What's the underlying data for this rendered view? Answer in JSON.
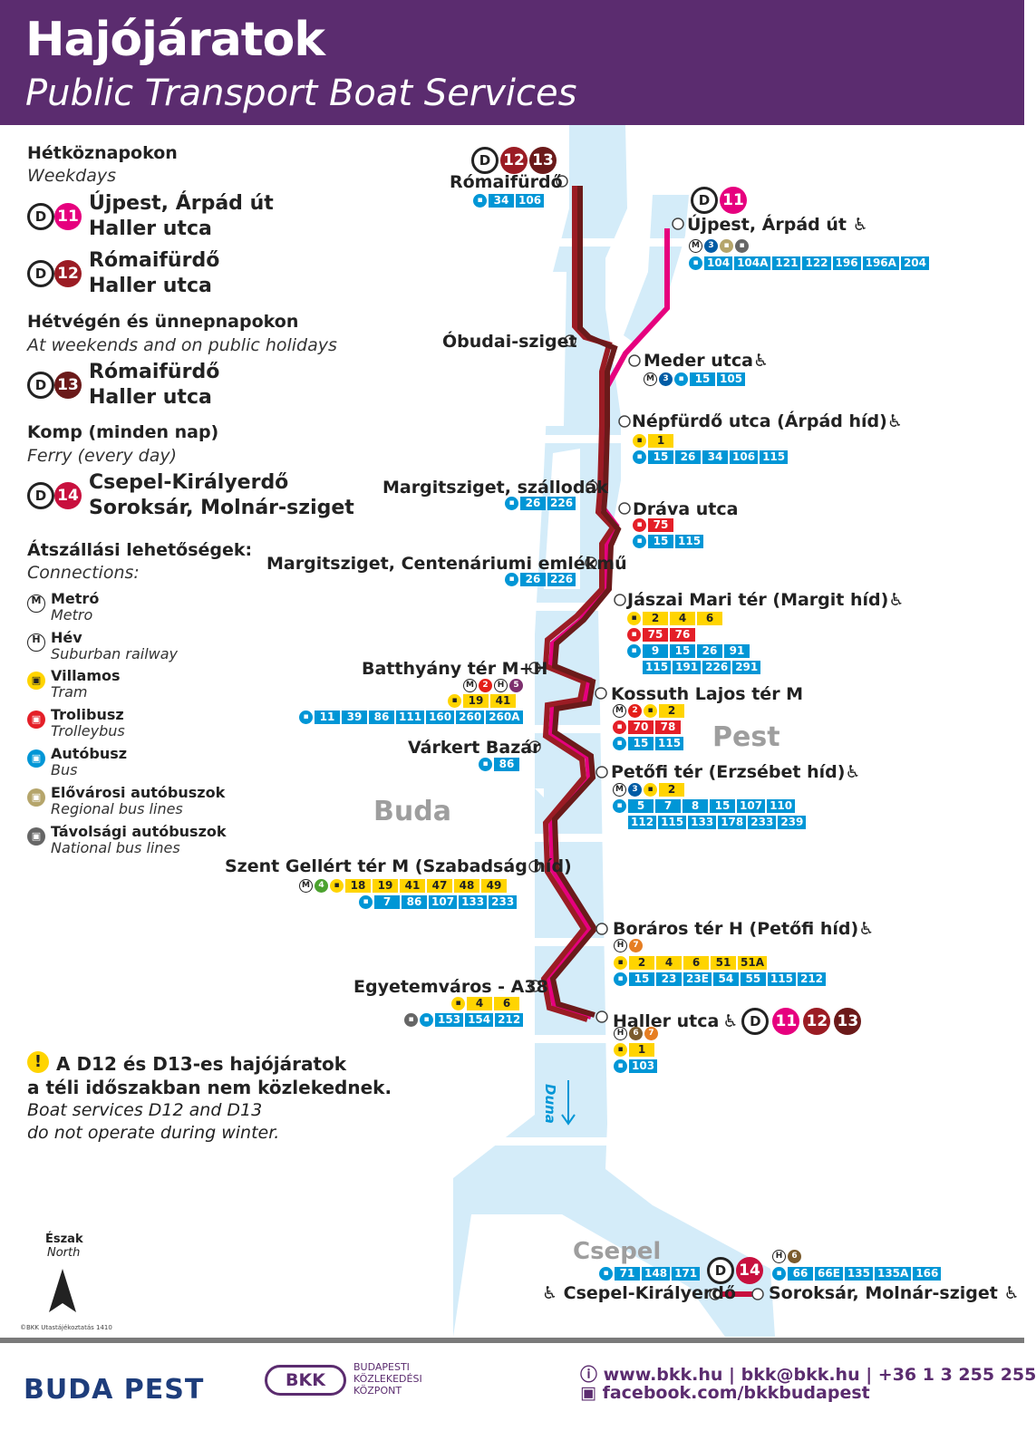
{
  "header": {
    "title": "Hajójáratok",
    "subtitle": "Public Transport Boat Services"
  },
  "legend": {
    "weekdays_hu": "Hétköznapokon",
    "weekdays_en": "Weekdays",
    "weekend_hu": "Hétvégén és ünnepnapokon",
    "weekend_en": "At weekends and on public holidays",
    "ferry_hu": "Komp (minden nap)",
    "ferry_en": "Ferry (every day)",
    "d_letter": "D",
    "lines": [
      {
        "num": "11",
        "color": "#e6007e",
        "from": "Újpest, Árpád út",
        "to": "Haller utca"
      },
      {
        "num": "12",
        "color": "#9b1c24",
        "from": "Rómaifürdő",
        "to": "Haller utca"
      },
      {
        "num": "13",
        "color": "#6b1a1a",
        "from": "Rómaifürdő",
        "to": "Haller utca"
      },
      {
        "num": "14",
        "color": "#c8103e",
        "from": "Csepel-Királyerdő",
        "to": "Soroksár, Molnár-sziget"
      }
    ],
    "connections_hu": "Átszállási lehetőségek:",
    "connections_en": "Connections:",
    "conn": [
      {
        "icon": "metro-icon",
        "a": "Metró",
        "b": "Metro"
      },
      {
        "icon": "suburban-railway-icon",
        "a": "Hév",
        "b": "Suburban railway"
      },
      {
        "icon": "tram-icon",
        "a": "Villamos",
        "b": "Tram"
      },
      {
        "icon": "trolleybus-icon",
        "a": "Trolibusz",
        "b": "Trolleybus"
      },
      {
        "icon": "bus-icon",
        "a": "Autóbusz",
        "b": "Bus"
      },
      {
        "icon": "regional-bus-icon",
        "a": "Elővárosi autóbuszok",
        "b": "Regional bus lines"
      },
      {
        "icon": "national-bus-icon",
        "a": "Távolsági autóbuszok",
        "b": "National bus lines"
      }
    ]
  },
  "notice": {
    "mark": "!",
    "hu1": "A D12 és D13-es hajójáratok",
    "hu2": "a téli időszakban nem közlekednek.",
    "en1": "Boat services D12 and D13",
    "en2": "do not operate during winter."
  },
  "map": {
    "buda": "Buda",
    "pest": "Pest",
    "csepel": "Csepel",
    "duna": "Duna",
    "north_hu": "Észak",
    "north_en": "North",
    "copyright": "©BKK Utastájékoztatás 1410",
    "colors": {
      "river": "#d4ecf9",
      "l11": "#e6007e",
      "l12": "#9b1c24",
      "l13": "#6b1a1a",
      "l14": "#c8103e"
    },
    "stops": [
      {
        "id": "romaifurdo",
        "name": "Rómaifürdő",
        "bus": [
          "34",
          "106"
        ]
      },
      {
        "id": "ujpest",
        "name": "Újpest, Árpád út",
        "bus": [
          "104",
          "104A",
          "121",
          "122",
          "196",
          "196A",
          "204"
        ]
      },
      {
        "id": "obudai",
        "name": "Óbudai-sziget"
      },
      {
        "id": "meder",
        "name": "Meder utca",
        "bus": [
          "15",
          "105"
        ]
      },
      {
        "id": "nepfurdo",
        "name": "Népfürdő utca (Árpád híd)",
        "tram": [
          "1"
        ],
        "bus": [
          "15",
          "26",
          "34",
          "106",
          "115"
        ]
      },
      {
        "id": "szallodak",
        "name": "Margitsziget, szállodák",
        "bus": [
          "26",
          "226"
        ]
      },
      {
        "id": "drava",
        "name": "Dráva utca",
        "troli": [
          "75"
        ],
        "bus": [
          "15",
          "115"
        ]
      },
      {
        "id": "centenarium",
        "name": "Margitsziget, Centenáriumi emlékmű",
        "bus": [
          "26",
          "226"
        ]
      },
      {
        "id": "jaszai",
        "name": "Jászai Mari tér (Margit híd)",
        "tram": [
          "2",
          "4",
          "6"
        ],
        "troli": [
          "75",
          "76"
        ],
        "bus": [
          "9",
          "15",
          "26",
          "91"
        ],
        "bus2": [
          "115",
          "191",
          "226",
          "291"
        ]
      },
      {
        "id": "batthyany",
        "name": "Batthyány tér M+H",
        "tram": [
          "19",
          "41"
        ],
        "bus": [
          "11",
          "39",
          "86",
          "111",
          "160",
          "260",
          "260A"
        ]
      },
      {
        "id": "kossuth",
        "name": "Kossuth Lajos tér M",
        "tram": [
          "2"
        ],
        "troli": [
          "70",
          "78"
        ],
        "bus": [
          "15",
          "115"
        ]
      },
      {
        "id": "varkert",
        "name": "Várkert Bazár",
        "bus": [
          "86"
        ]
      },
      {
        "id": "petofiter",
        "name": "Petőfi tér (Erzsébet híd)",
        "tram": [
          "2"
        ],
        "bus": [
          "5",
          "7",
          "8",
          "15",
          "107",
          "110"
        ],
        "bus2": [
          "112",
          "115",
          "133",
          "178",
          "233",
          "239"
        ]
      },
      {
        "id": "gellert",
        "name": "Szent Gellért tér M (Szabadság híd)",
        "tram": [
          "18",
          "19",
          "41",
          "47",
          "48",
          "49"
        ],
        "bus": [
          "7",
          "86",
          "107",
          "133",
          "233"
        ]
      },
      {
        "id": "boraros",
        "name": "Boráros tér H (Petőfi híd)",
        "tram": [
          "2",
          "4",
          "6",
          "51",
          "51A"
        ],
        "bus": [
          "15",
          "23",
          "23E",
          "54",
          "55",
          "115",
          "212"
        ]
      },
      {
        "id": "egyetemvaros",
        "name": "Egyetemváros - A38",
        "tram": [
          "4",
          "6"
        ],
        "bus": [
          "153",
          "154",
          "212"
        ]
      },
      {
        "id": "haller",
        "name": "Haller utca",
        "tram": [
          "1"
        ],
        "bus": [
          "103"
        ]
      },
      {
        "id": "csepel",
        "name": "Csepel-Királyerdő",
        "bus": [
          "71",
          "148",
          "171"
        ]
      },
      {
        "id": "soroksar",
        "name": "Soroksár, Molnár-sziget",
        "bus": [
          "66",
          "66E",
          "135",
          "135A",
          "166"
        ]
      }
    ],
    "metro": {
      "m": "M",
      "h": "H",
      "m2": "2",
      "m3": "3",
      "m4": "4",
      "h5": "5",
      "h6": "6",
      "h7": "7"
    }
  },
  "footer": {
    "city_logo": "BUDA PEST",
    "bkk_logo": "BKK",
    "bkk_1": "BUDAPESTI",
    "bkk_2": "KÖZLEKEDÉSI",
    "bkk_3": "KÖZPONT",
    "contact": "www.bkk.hu | bkk@bkk.hu | +36 1 3 255 255",
    "facebook": "facebook.com/bkkbudapest"
  }
}
